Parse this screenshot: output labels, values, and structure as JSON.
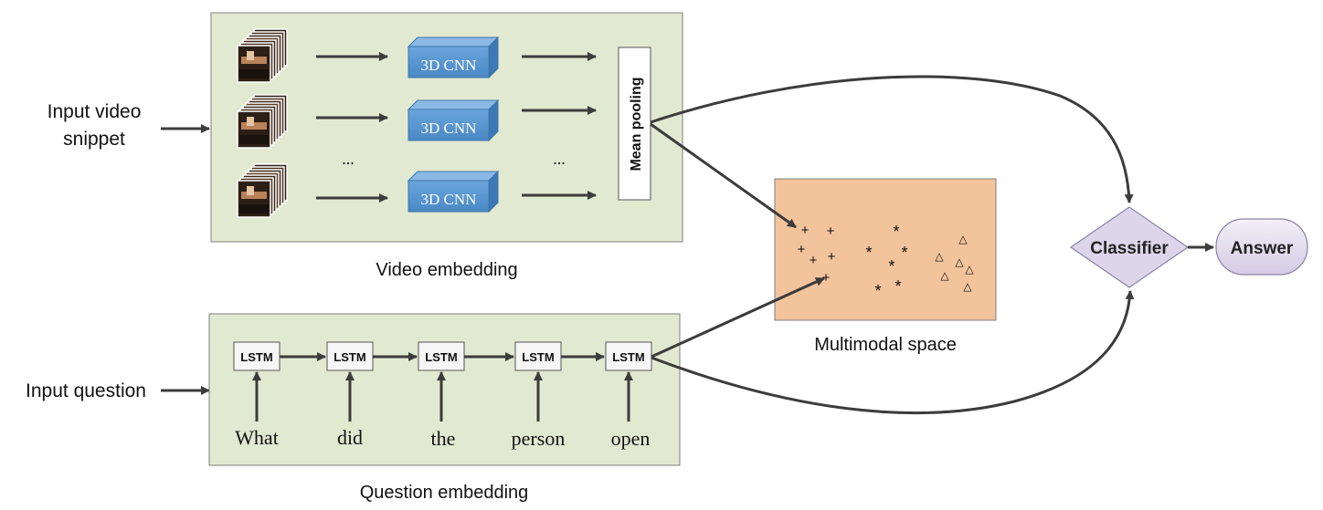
{
  "input_video_label": [
    "Input video",
    "snippet"
  ],
  "input_question_label": "Input question",
  "video_panel": {
    "caption": "Video embedding",
    "cnn_label": "3D CNN",
    "ellipsis_left": "...",
    "ellipsis_right": "...",
    "pooling_label": "Mean pooling"
  },
  "question_panel": {
    "caption": "Question embedding",
    "lstm_label": "LSTM",
    "words": [
      "What",
      "did",
      "the",
      "person",
      "open"
    ]
  },
  "multimodal": {
    "caption": "Multimodal space",
    "markers": {
      "plus": "+",
      "star": "*",
      "triangle": "△"
    }
  },
  "classifier_label": "Classifier",
  "answer_label": "Answer",
  "colors": {
    "panel_fill": "#e2e9d1",
    "cnn_fill": "#5b9bd5",
    "multimodal_fill": "#f3c39c",
    "classifier_fill": "#ddd5ea",
    "arrow": "#3c3c3c"
  }
}
